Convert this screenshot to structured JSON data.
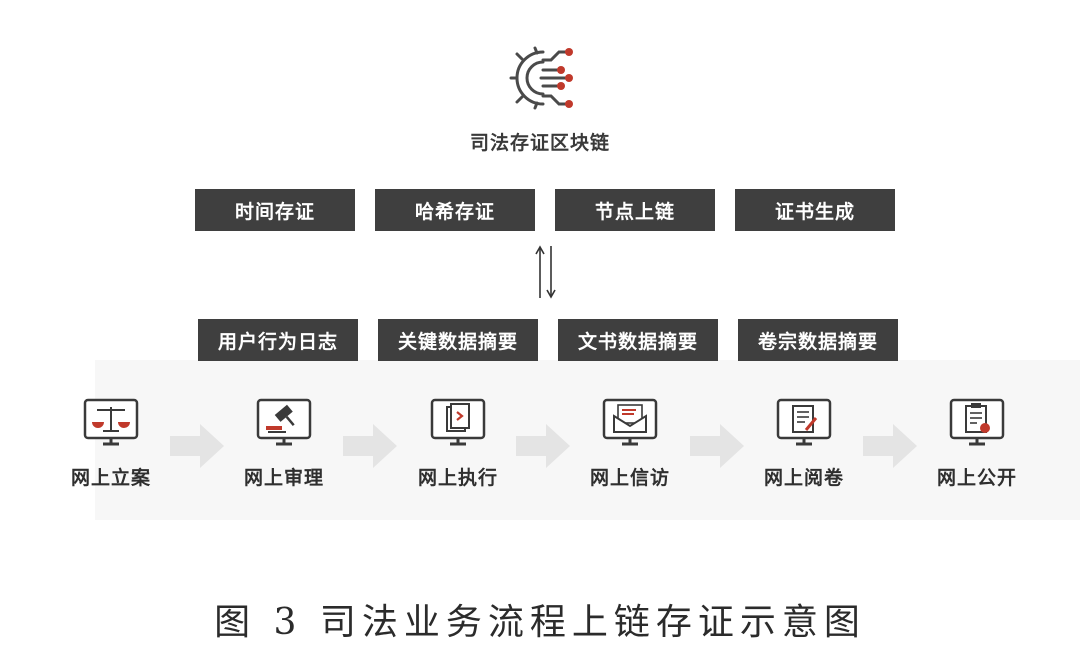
{
  "header": {
    "logo_icon": "gear-circuit-icon",
    "title": "司法存证区块链"
  },
  "top_row": [
    "时间存证",
    "哈希存证",
    "节点上链",
    "证书生成"
  ],
  "data_row": [
    "用户行为日志",
    "关键数据摘要",
    "文书数据摘要",
    "卷宗数据摘要"
  ],
  "exchange_icon": "up-down-arrows-icon",
  "stages": [
    {
      "label": "网上立案",
      "icon": "scales-monitor-icon"
    },
    {
      "label": "网上审理",
      "icon": "gavel-monitor-icon"
    },
    {
      "label": "网上执行",
      "icon": "execute-monitor-icon"
    },
    {
      "label": "网上信访",
      "icon": "mail-monitor-icon"
    },
    {
      "label": "网上阅卷",
      "icon": "document-monitor-icon"
    },
    {
      "label": "网上公开",
      "icon": "clipboard-monitor-icon"
    }
  ],
  "caption": "图 3 司法业务流程上链存证示意图",
  "colors": {
    "box_fill": "#3f3f3f",
    "accent_red": "#c0392b",
    "arrow_gray": "#e4e4e4"
  }
}
